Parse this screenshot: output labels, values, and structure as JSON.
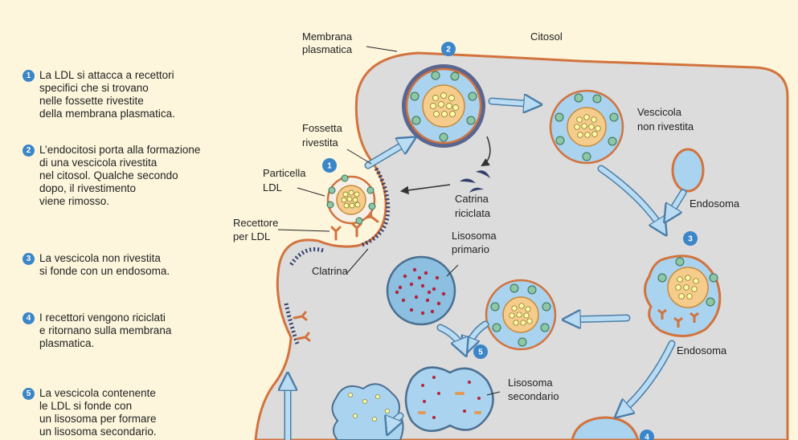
{
  "colors": {
    "background": "#fdf6dc",
    "cytosol": "#dcdcdc",
    "membrane": "#d2733d",
    "vesicle_fill": "#a9d3ef",
    "ldl_core": "#f5cc8c",
    "badge": "#3a86c8",
    "arrow": "#b9dcf3",
    "lysosome_dot": "#b3243e"
  },
  "steps": [
    {
      "num": "1",
      "text": "La LDL si attacca a recettori\nspecifici che si trovano\nnelle fossette rivestite\ndella membrana plasmatica."
    },
    {
      "num": "2",
      "text": "L’endocitosi porta alla formazione\ndi una vescicola rivestita\nnel citosol. Qualche secondo\ndopo, il rivestimento\nviene rimosso."
    },
    {
      "num": "3",
      "text": "La vescicola non rivestita\nsi fonde con un endosoma."
    },
    {
      "num": "4",
      "text": "I recettori vengono riciclati\ne ritornano sulla membrana\nplasmatica."
    },
    {
      "num": "5",
      "text": "La vescicola contenente\nle LDL si fonde con\nun lisosoma per formare\nun lisosoma secondario."
    }
  ],
  "labels": {
    "citosol": "Citosol",
    "membrana_1": "Membrana",
    "membrana_2": "plasmatica",
    "vescicola_1": "Vescicola",
    "vescicola_2": "non rivestita",
    "fossetta_1": "Fossetta",
    "fossetta_2": "rivestita",
    "particella_1": "Particella",
    "particella_2": "LDL",
    "catrina_1": "Catrina",
    "catrina_2": "riciclata",
    "endosoma_top": "Endosoma",
    "recettore_1": "Recettore",
    "recettore_2": "per LDL",
    "lisosoma_p1": "Lisosoma",
    "lisosoma_p2": "primario",
    "clatrina": "Clatrina",
    "endosoma_bottom": "Endosoma",
    "lisosoma_s1": "Lisosoma",
    "lisosoma_s2": "secondario"
  },
  "badges": {
    "b1": "1",
    "b2": "2",
    "b3": "3",
    "b4": "4",
    "b5": "5"
  }
}
